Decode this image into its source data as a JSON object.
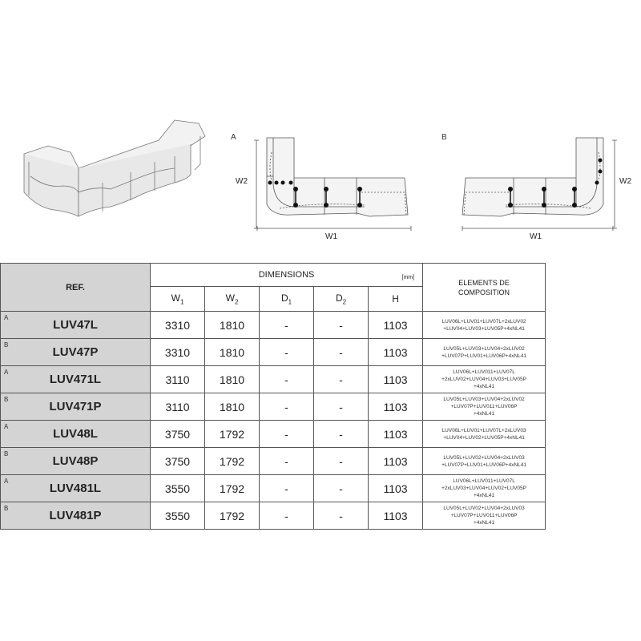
{
  "plans": {
    "a_letter": "A",
    "b_letter": "B",
    "w1_label": "W1",
    "w2_label": "W2"
  },
  "table": {
    "ref_header": "REF.",
    "dimensions_header": "DIMENSIONS",
    "unit": "[mm]",
    "elements_header_line1": "ELEMENTS DE",
    "elements_header_line2": "COMPOSITION",
    "columns": [
      {
        "main": "W",
        "sub": "1"
      },
      {
        "main": "W",
        "sub": "2"
      },
      {
        "main": "D",
        "sub": "1"
      },
      {
        "main": "D",
        "sub": "2"
      },
      {
        "main": "H",
        "sub": ""
      }
    ],
    "rows": [
      {
        "variant": "A",
        "ref": "LUV47L",
        "w1": "3310",
        "w2": "1810",
        "d1": "-",
        "d2": "-",
        "h": "1103",
        "elements": [
          "LUV06L+LUV01+LUV07L+2xLUV02",
          "+LUV04+LUV03+LUV05P+4xNL41"
        ]
      },
      {
        "variant": "B",
        "ref": "LUV47P",
        "w1": "3310",
        "w2": "1810",
        "d1": "-",
        "d2": "-",
        "h": "1103",
        "elements": [
          "LUV05L+LUV03+LUV04+2xLUV02",
          "+LUV07P+LUV01+LUV06P+4xNL41"
        ]
      },
      {
        "variant": "A",
        "ref": "LUV471L",
        "w1": "3110",
        "w2": "1810",
        "d1": "-",
        "d2": "-",
        "h": "1103",
        "elements": [
          "LUV06L+LUV011+LUV07L",
          "+2xLUV02+LUV04+LUV03+LUV05P",
          "+4xNL41"
        ]
      },
      {
        "variant": "B",
        "ref": "LUV471P",
        "w1": "3110",
        "w2": "1810",
        "d1": "-",
        "d2": "-",
        "h": "1103",
        "elements": [
          "LUV05L+LUV03+LUV04+2xLUV02",
          "+LUV07P+LUV011+LUV06P",
          "+4xNL41"
        ]
      },
      {
        "variant": "A",
        "ref": "LUV48L",
        "w1": "3750",
        "w2": "1792",
        "d1": "-",
        "d2": "-",
        "h": "1103",
        "elements": [
          "LUV06L+LUV01+LUV07L+2xLUV03",
          "+LUV04+LUV02+LUV05P+4xNL41"
        ]
      },
      {
        "variant": "B",
        "ref": "LUV48P",
        "w1": "3750",
        "w2": "1792",
        "d1": "-",
        "d2": "-",
        "h": "1103",
        "elements": [
          "LUV05L+LUV02+LUV04+2xLUV03",
          "+LUV07P+LUV01+LUV06P+4xNL41"
        ]
      },
      {
        "variant": "A",
        "ref": "LUV481L",
        "w1": "3550",
        "w2": "1792",
        "d1": "-",
        "d2": "-",
        "h": "1103",
        "elements": [
          "LUV06L+LUV011+LUV07L",
          "+2xLUV03+LUV04+LUV02+LUV05P",
          "+4xNL41"
        ]
      },
      {
        "variant": "B",
        "ref": "LUV481P",
        "w1": "3550",
        "w2": "1792",
        "d1": "-",
        "d2": "-",
        "h": "1103",
        "elements": [
          "LUV05L+LUV02+LUV04+2xLUV03",
          "+LUV07P+LUV011+LUV06P",
          "+4xNL41"
        ]
      }
    ]
  }
}
